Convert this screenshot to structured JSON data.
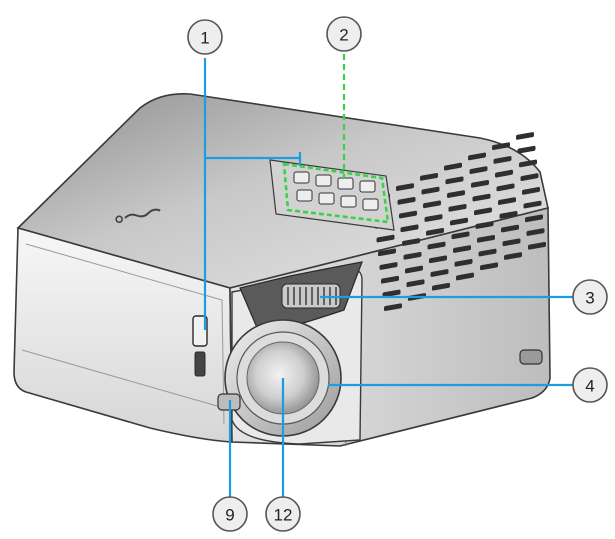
{
  "colors": {
    "callout_line": "#1a9ee0",
    "button_highlight": "#3bd14a",
    "callout_fill": "#eeeeee",
    "callout_stroke": "#555555",
    "body_light": "#f4f4f4",
    "body_mid": "#d9d9d9",
    "body_dark": "#8c8c8c",
    "outline": "#3a3a3a"
  },
  "callouts": [
    {
      "id": "c1",
      "label": "1",
      "part": "keypad-indicators"
    },
    {
      "id": "c2",
      "label": "2",
      "part": "keypad"
    },
    {
      "id": "c3",
      "label": "3",
      "part": "zoom-focus-ring"
    },
    {
      "id": "c4",
      "label": "4",
      "part": "lens-ring"
    },
    {
      "id": "c9",
      "label": "9",
      "part": "tilt-foot"
    },
    {
      "id": "c12",
      "label": "12",
      "part": "lens"
    }
  ]
}
